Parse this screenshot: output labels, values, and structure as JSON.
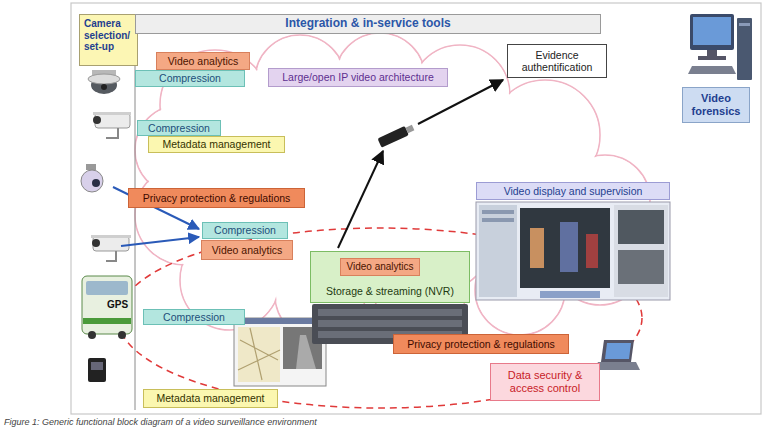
{
  "diagram": {
    "caption": "Figure 1: Generic functional block diagram of a video surveillance environment",
    "nodes": [
      {
        "text": [
          "Camera selection/ set-up"
        ]
      },
      {
        "text": [
          "Integration & in-service tools"
        ]
      },
      {
        "text": [
          "Video analytics"
        ]
      },
      {
        "text": [
          "Compression"
        ]
      },
      {
        "text": [
          "Large/open IP video architecture"
        ]
      },
      {
        "text": [
          "Evidence authentification"
        ]
      },
      {
        "text": [
          "Video forensics"
        ]
      },
      {
        "text": [
          "Compression"
        ]
      },
      {
        "text": [
          "Metadata management"
        ]
      },
      {
        "text": [
          "Privacy protection & regulations"
        ]
      },
      {
        "text": [
          "Video display and supervision"
        ]
      },
      {
        "text": [
          "Compression"
        ]
      },
      {
        "text": [
          "Video analytics"
        ]
      },
      {
        "text": [
          "Storage & streaming (NVR)"
        ]
      },
      {
        "text": [
          "Video analytics"
        ],
        "in": 13
      },
      {
        "text": [
          "Compression"
        ]
      },
      {
        "text": [
          "Privacy protection & regulations"
        ]
      },
      {
        "text": [
          "Data security & access control"
        ]
      },
      {
        "text": [
          "Metadata management"
        ]
      }
    ],
    "labels": [
      "GPS"
    ]
  }
}
